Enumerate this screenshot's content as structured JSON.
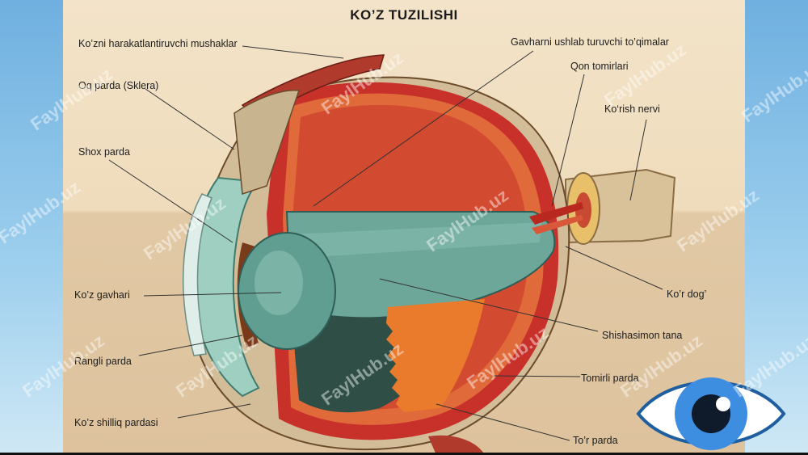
{
  "title": "KO’Z TUZILISHI",
  "labels": {
    "muscles": "Ko’zni harakatlantiruvchi mushaklar",
    "sclera": "Oq parda (Sklera)",
    "cornea": "Shox parda",
    "lens": "Ko’z gavhari",
    "iris": "Rangli parda",
    "conjunctiva": "Ko’z shilliq pardasi",
    "ligaments": "Gavharni ushlab turuvchi to’qimalar",
    "vessels": "Qon tomirlari",
    "optic_nerve": "Ko‘rish nervi",
    "blind_spot": "Ko’r dog’",
    "vitreous": "Shishasimon tana",
    "choroid": "Tomirli parda",
    "retina": "To’r parda"
  },
  "watermark": "FaylHub.uz",
  "colors": {
    "background": "#f0dfc2",
    "sclera": "#d9c4a0",
    "choroid": "#c8302a",
    "vitreous": "#4f8f86",
    "iris_icon": "#3d8ee0"
  },
  "icons": [
    "eye-icon"
  ]
}
